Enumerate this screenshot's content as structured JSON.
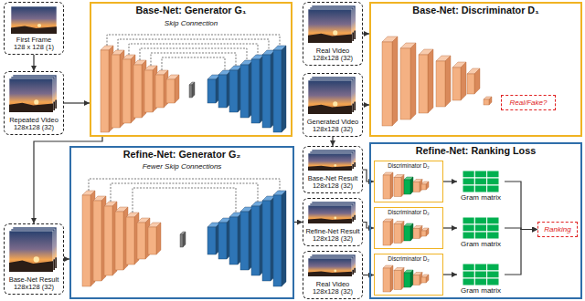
{
  "diagram": {
    "nodes": [
      {
        "text": [
          "First Frame",
          "128 x 128 (1)"
        ]
      },
      {
        "text": [
          "Repeated Video",
          "128x128 (32)"
        ]
      },
      {
        "text": [
          "Base-Net: Generator G₁"
        ]
      },
      {
        "text": [
          "Real Video",
          "128x128 (32)"
        ]
      },
      {
        "text": [
          "Generated Video",
          "128x128 (32)"
        ]
      },
      {
        "text": [
          "Base-Net: Discriminator D₁"
        ]
      },
      {
        "text": [
          "Real/Fake?"
        ],
        "in": 5
      },
      {
        "text": [
          "Base-Net Result",
          "128x128 (32)"
        ]
      },
      {
        "text": [
          "Refine-Net: Generator G₂"
        ]
      },
      {
        "text": [
          "Base-Net Result",
          "128x128 (32)"
        ]
      },
      {
        "text": [
          "Refine-Net Result",
          "128x128 (32)"
        ]
      },
      {
        "text": [
          "Real Video",
          "128x128 (32)"
        ]
      },
      {
        "text": [
          "Refine-Net: Ranking Loss"
        ]
      },
      {
        "text": [
          "Discriminator D₂"
        ],
        "in": 12
      },
      {
        "text": [
          "Discriminator D₂"
        ],
        "in": 12
      },
      {
        "text": [
          "Discriminator D₂"
        ],
        "in": 12
      },
      {
        "text": [
          "Gram matrix"
        ],
        "in": 12
      },
      {
        "text": [
          "Gram matrix"
        ],
        "in": 12
      },
      {
        "text": [
          "Gram matrix"
        ],
        "in": 12
      },
      {
        "text": [
          "Ranking"
        ],
        "in": 12
      }
    ],
    "edges": [
      {
        "from": 0,
        "to": 1,
        "arrow": "to"
      },
      {
        "from": 1,
        "to": 2,
        "arrow": "to"
      },
      {
        "from": 3,
        "to": 5,
        "arrow": "to"
      },
      {
        "from": 4,
        "to": 5,
        "arrow": "to"
      },
      {
        "from": 4,
        "to": 9,
        "arrow": "to"
      },
      {
        "from": 2,
        "to": 7,
        "arrow": "to"
      },
      {
        "from": 7,
        "to": 8,
        "arrow": "to"
      },
      {
        "from": 8,
        "to": 10,
        "arrow": "to"
      },
      {
        "from": 9,
        "to": 13,
        "arrow": "to"
      },
      {
        "from": 10,
        "to": 14,
        "arrow": "to"
      },
      {
        "from": 11,
        "to": 15,
        "arrow": "to"
      },
      {
        "from": 13,
        "to": 16,
        "arrow": "to"
      },
      {
        "from": 14,
        "to": 17,
        "arrow": "to"
      },
      {
        "from": 15,
        "to": 18,
        "arrow": "to"
      },
      {
        "from": 16,
        "to": 19,
        "arrow": "to"
      },
      {
        "from": 17,
        "to": 19,
        "arrow": "to"
      },
      {
        "from": 18,
        "to": 19,
        "arrow": "to"
      }
    ],
    "labels": [
      "Skip Connection",
      "Fewer Skip Connections"
    ]
  }
}
